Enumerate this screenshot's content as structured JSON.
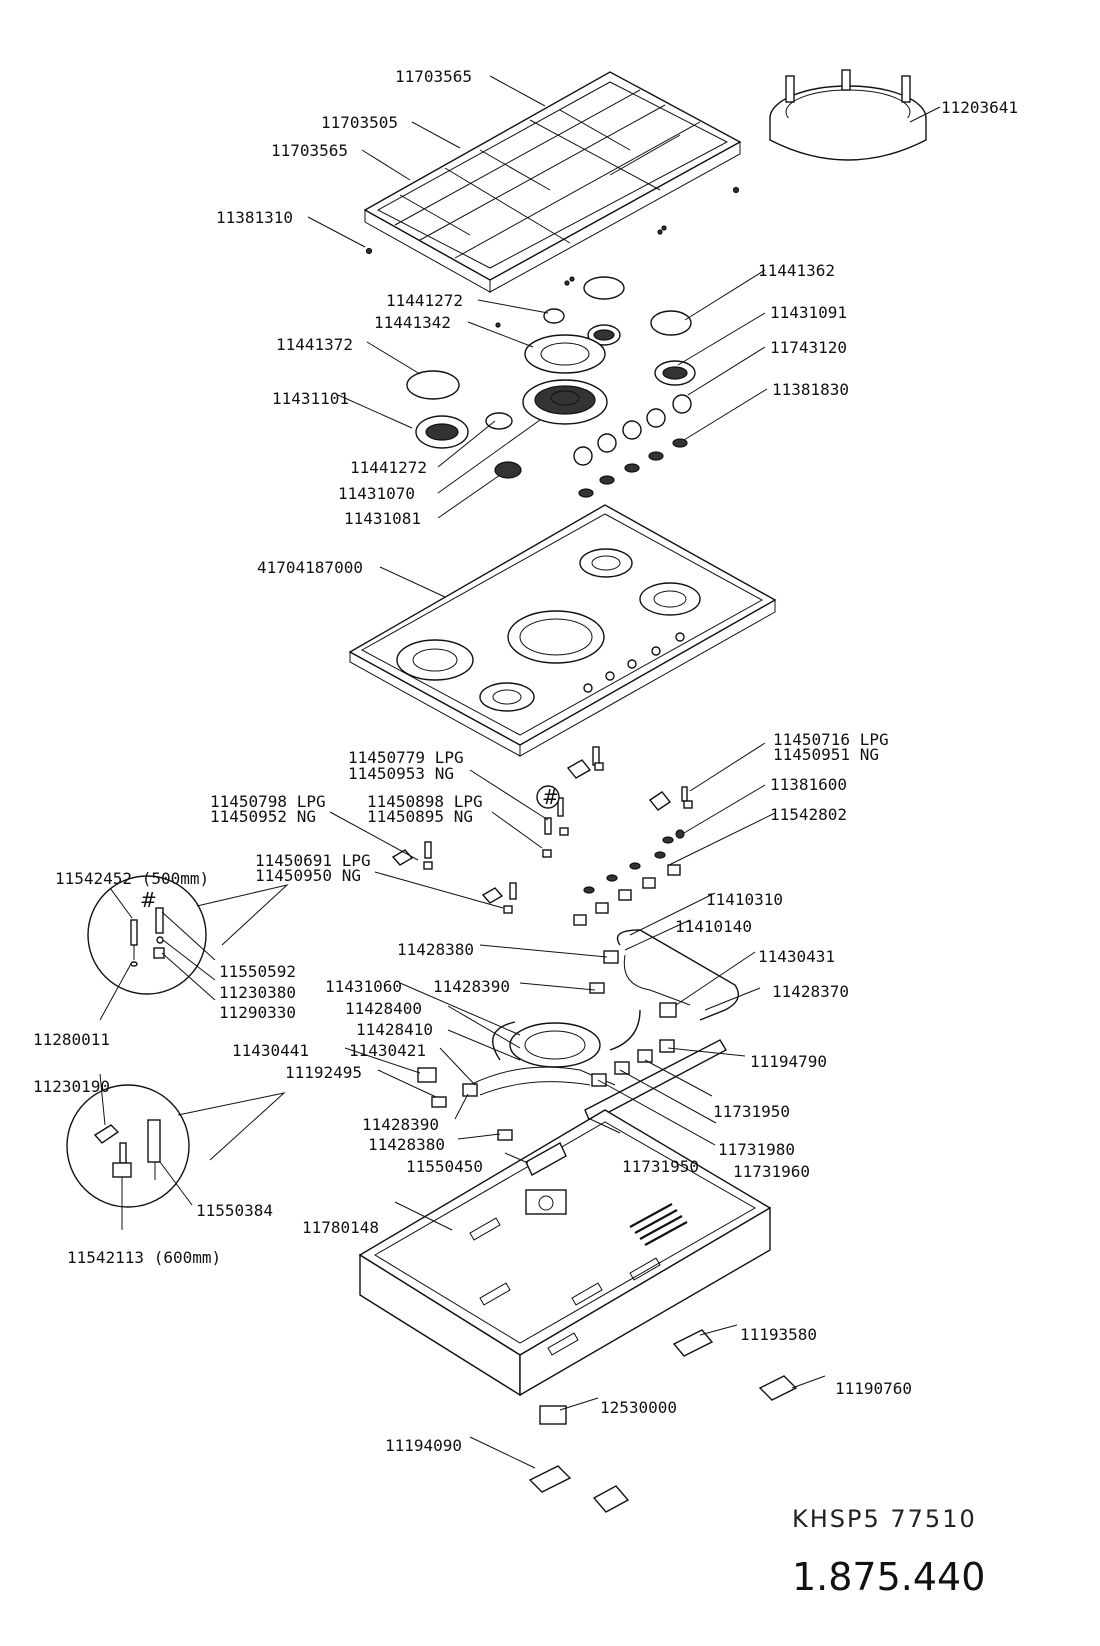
{
  "diagram": {
    "model": "KHSP5 77510",
    "document_number": "1.875.440",
    "hash_mark": "#",
    "labels": {
      "p11703565a": "11703565",
      "p11703505": "11703505",
      "p11703565b": "11703565",
      "p11381310": "11381310",
      "p11203641": "11203641",
      "p11441362": "11441362",
      "p11441272a": "11441272",
      "p11441342": "11441342",
      "p11431091": "11431091",
      "p11441372": "11441372",
      "p11743120": "11743120",
      "p11381830": "11381830",
      "p11431101": "11431101",
      "p11441272b": "11441272",
      "p11431070": "11431070",
      "p11431081": "11431081",
      "p41704187000": "41704187000",
      "p11450716": "11450716 LPG",
      "p11450951": "11450951 NG",
      "p11450779": "11450779 LPG",
      "p11450953": "11450953 NG",
      "p11381600": "11381600",
      "p11450798": "11450798 LPG",
      "p11450952": "11450952 NG",
      "p11450898": "11450898 LPG",
      "p11450895": "11450895 NG",
      "p11542802": "11542802",
      "p11450691": "11450691 LPG",
      "p11450950": "11450950 NG",
      "p11542452": "11542452 (500mm)",
      "p11410310": "11410310",
      "p11410140": "11410140",
      "p11550592": "11550592",
      "p11230380": "11230380",
      "p11290330": "11290330",
      "p11428380a": "11428380",
      "p11430431": "11430431",
      "p11431060": "11431060",
      "p11428390a": "11428390",
      "p11428370": "11428370",
      "p11428400": "11428400",
      "p11428410": "11428410",
      "p11280011": "11280011",
      "p11430441": "11430441",
      "p11430421": "11430421",
      "p11194790": "11194790",
      "p11192495": "11192495",
      "p11230190": "11230190",
      "p11731950a": "11731950",
      "p11428390b": "11428390",
      "p11428380b": "11428380",
      "p11731980": "11731980",
      "p11550450": "11550450",
      "p11731950b": "11731950",
      "p11731960": "11731960",
      "p11550384": "11550384",
      "p11780148": "11780148",
      "p11542113": "11542113 (600mm)",
      "p11193580": "11193580",
      "p11190760": "11190760",
      "p12530000": "12530000",
      "p11194090": "11194090"
    }
  }
}
